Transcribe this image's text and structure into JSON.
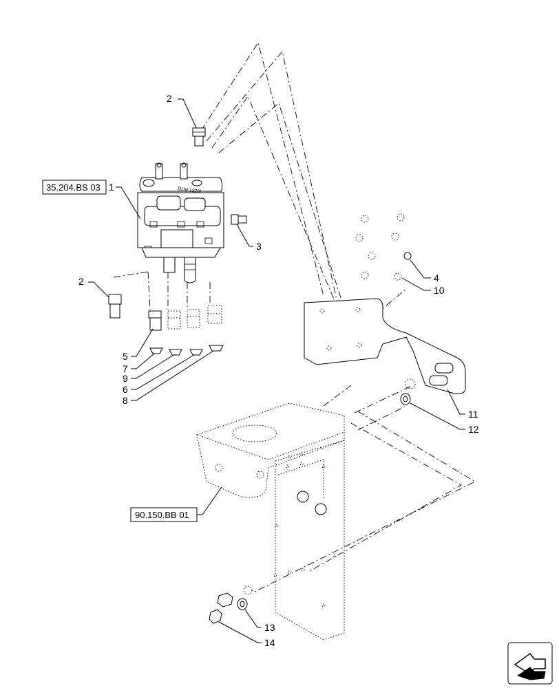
{
  "references": {
    "ref_control_valve": "35.204.BS 03",
    "ref_frame": "90.150.BB 01"
  },
  "callouts": {
    "c1": "1",
    "c2a": "2",
    "c2b": "2",
    "c3": "3",
    "c4": "4",
    "c5": "5",
    "c6": "6",
    "c7": "7",
    "c8": "8",
    "c9": "9",
    "c10": "10",
    "c11": "11",
    "c12": "12",
    "c13": "13",
    "c14": "14"
  },
  "valve_marking": "DLM 122/2",
  "icons": {
    "nav": "next-page-arrow-icon"
  },
  "colors": {
    "line": "#000000",
    "background": "#ffffff",
    "shade": "#e6e6e6"
  }
}
